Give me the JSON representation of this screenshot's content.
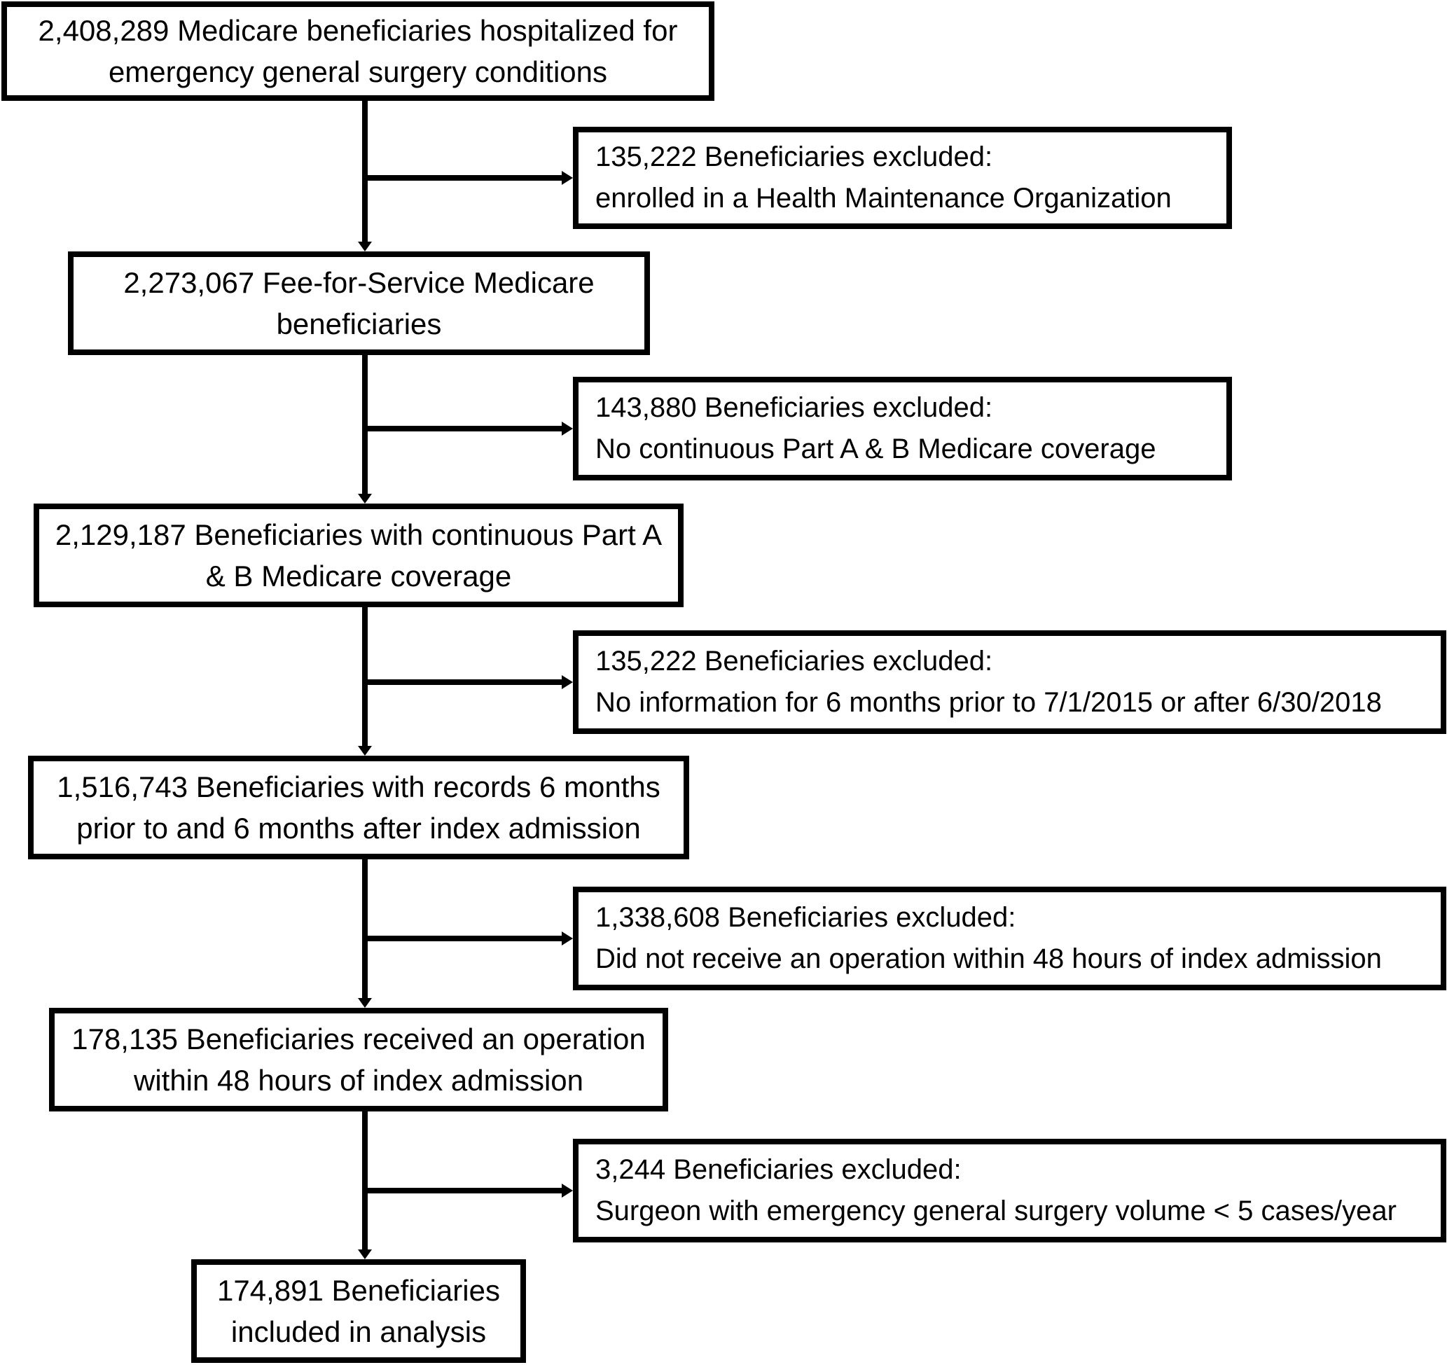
{
  "flow": {
    "steps": [
      {
        "lines": [
          "2,408,289 Medicare beneficiaries hospitalized for",
          "emergency general surgery conditions"
        ]
      },
      {
        "lines": [
          "2,273,067 Fee-for-Service Medicare",
          "beneficiaries"
        ]
      },
      {
        "lines": [
          "2,129,187 Beneficiaries with continuous Part A",
          "& B Medicare coverage"
        ]
      },
      {
        "lines": [
          "1,516,743 Beneficiaries with records 6 months",
          "prior to and 6 months after index admission"
        ]
      },
      {
        "lines": [
          "178,135 Beneficiaries received an operation",
          "within 48 hours of index admission"
        ]
      },
      {
        "lines": [
          "174,891 Beneficiaries",
          "included in analysis"
        ]
      }
    ],
    "exclusions": [
      {
        "lines": [
          "135,222 Beneficiaries excluded:",
          "enrolled in a Health Maintenance Organization"
        ]
      },
      {
        "lines": [
          "143,880 Beneficiaries excluded:",
          "No continuous Part A & B Medicare coverage"
        ]
      },
      {
        "lines": [
          "135,222 Beneficiaries excluded:",
          "No information for 6 months prior to 7/1/2015 or after 6/30/2018"
        ]
      },
      {
        "lines": [
          "1,338,608 Beneficiaries excluded:",
          "Did not receive an operation within 48 hours of index admission"
        ]
      },
      {
        "lines": [
          "3,244 Beneficiaries excluded:",
          "Surgeon with emergency general surgery volume < 5 cases/year"
        ]
      }
    ]
  }
}
